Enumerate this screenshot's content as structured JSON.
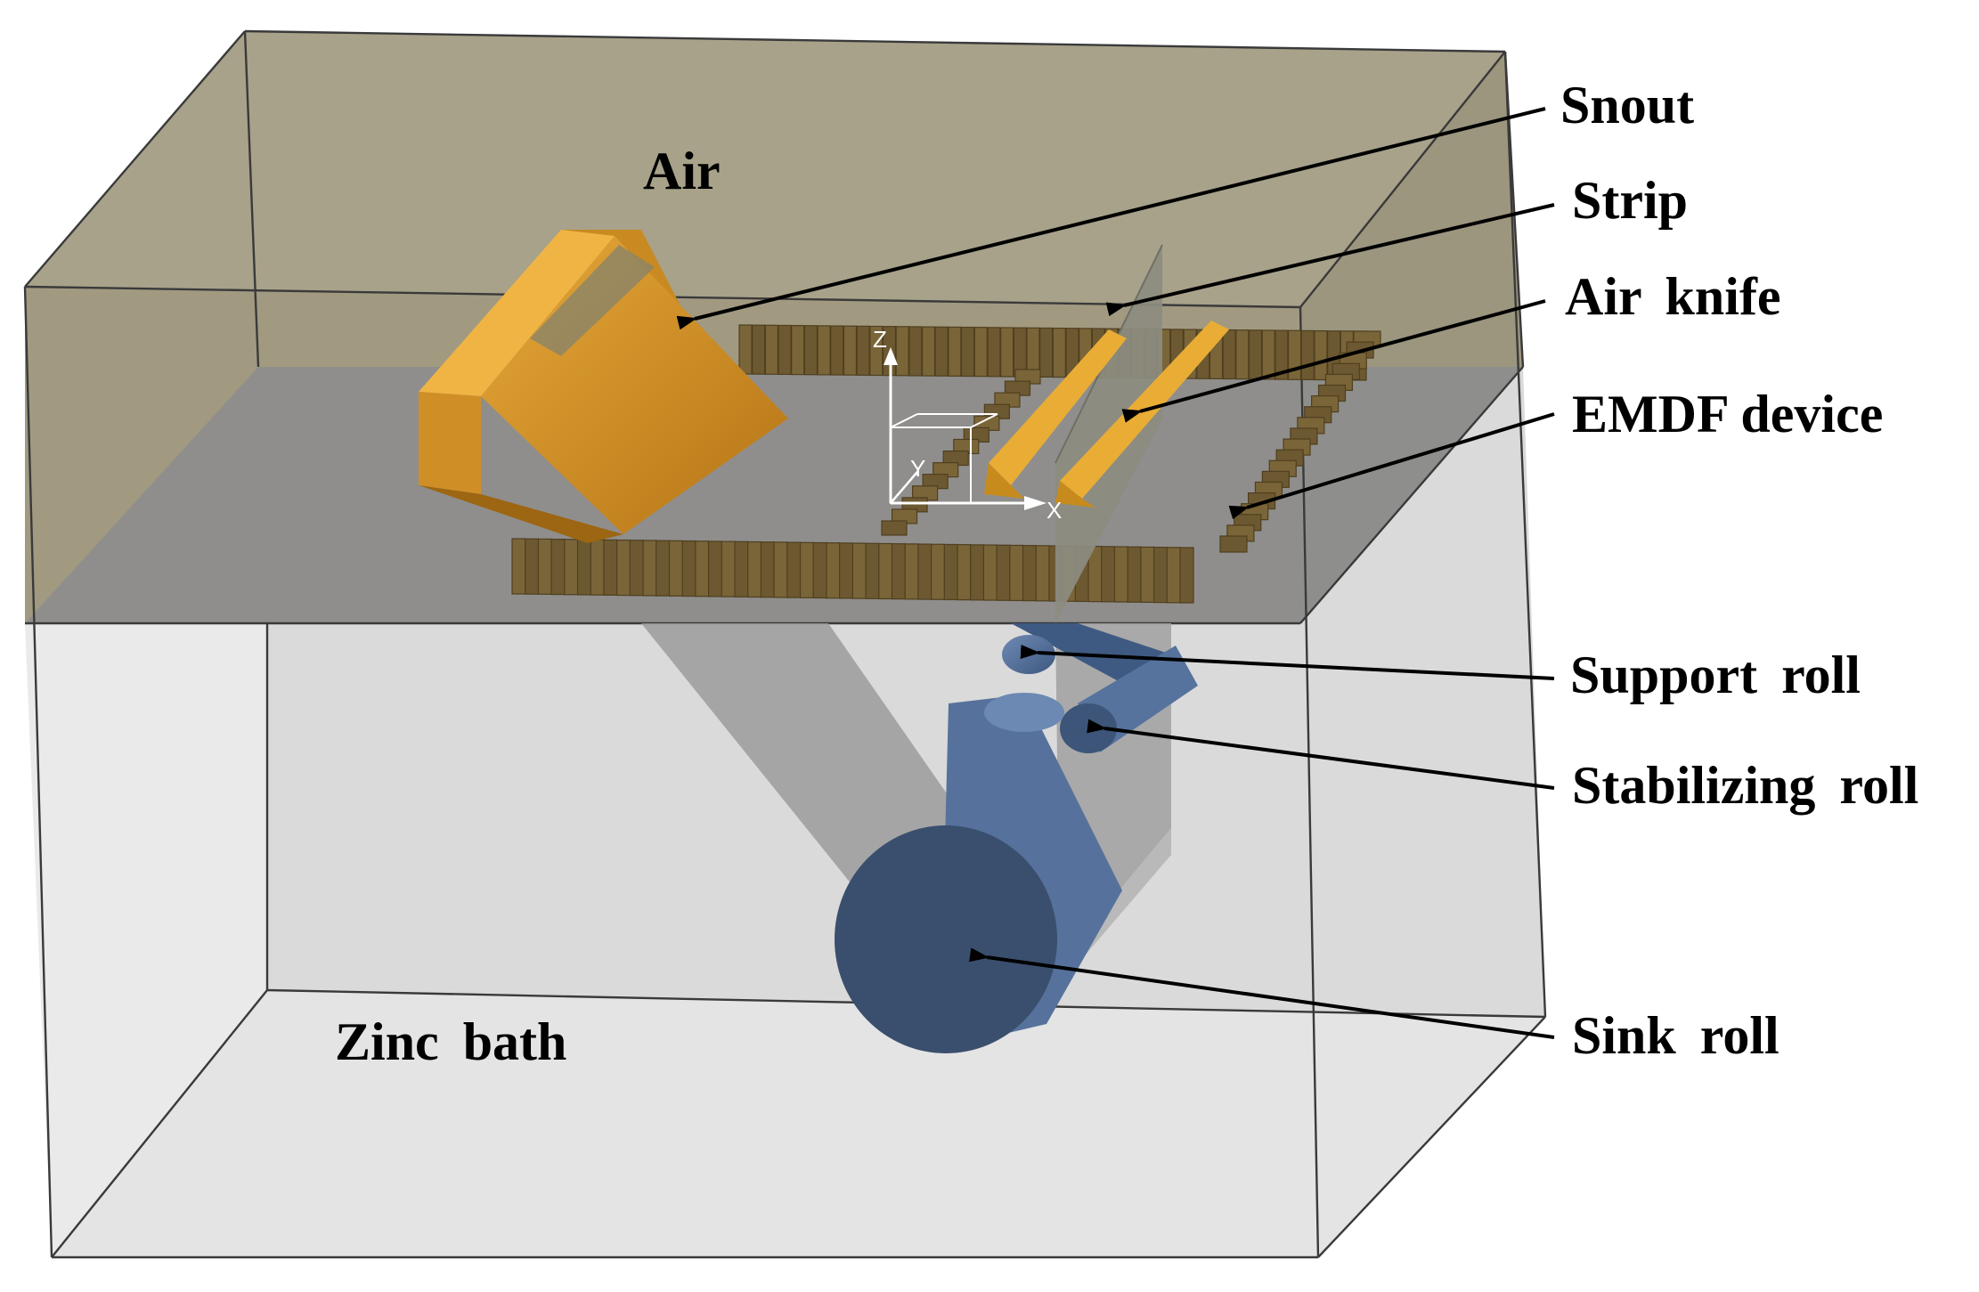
{
  "labels": {
    "air": "Air",
    "zinc_bath": "Zinc bath",
    "snout": "Snout",
    "strip": "Strip",
    "air_knife": "Air knife",
    "emdf_device": "EMDF device",
    "support_roll": "Support roll",
    "stabilizing_roll": "Stabilizing roll",
    "sink_roll": "Sink roll"
  },
  "axes": {
    "z": "Z",
    "y": "Y",
    "x": "X"
  },
  "colors": {
    "air_region": "#a49e86",
    "zinc_region": "#d6d6d6",
    "bath_surface": "#8e8e8e",
    "snout": "#d8952a",
    "emdf_coil": "#7a6539",
    "rolls": "#4b6790",
    "strip": "#8f8f8f"
  }
}
